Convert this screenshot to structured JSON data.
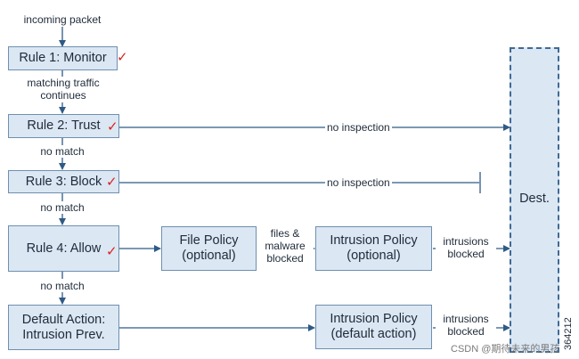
{
  "labels": {
    "incoming": "incoming packet",
    "matching_1": "matching traffic",
    "matching_2": "continues",
    "no_match": "no match",
    "no_inspection": "no inspection",
    "files_1": "files &",
    "files_2": "malware",
    "files_3": "blocked",
    "intrusions_1": "intrusions",
    "intrusions_2": "blocked"
  },
  "rules": {
    "rule1": "Rule 1: Monitor",
    "rule2": "Rule 2: Trust",
    "rule3": "Rule 3: Block",
    "rule4": "Rule 4: Allow",
    "default_1": "Default Action:",
    "default_2": "Intrusion Prev."
  },
  "policies": {
    "file_1": "File Policy",
    "file_2": "(optional)",
    "intrusion_1": "Intrusion Policy",
    "intrusion_2": "(optional)",
    "intrusion_default_1": "Intrusion Policy",
    "intrusion_default_2": "(default action)"
  },
  "dest": "Dest.",
  "check_mark": "✓",
  "figure_id": "364212",
  "watermark": "CSDN @期待未来的男孩",
  "colors": {
    "node_fill": "#dbe7f3",
    "node_border": "#6f8fb0",
    "line": "#2f5a86",
    "check": "#d92323"
  }
}
